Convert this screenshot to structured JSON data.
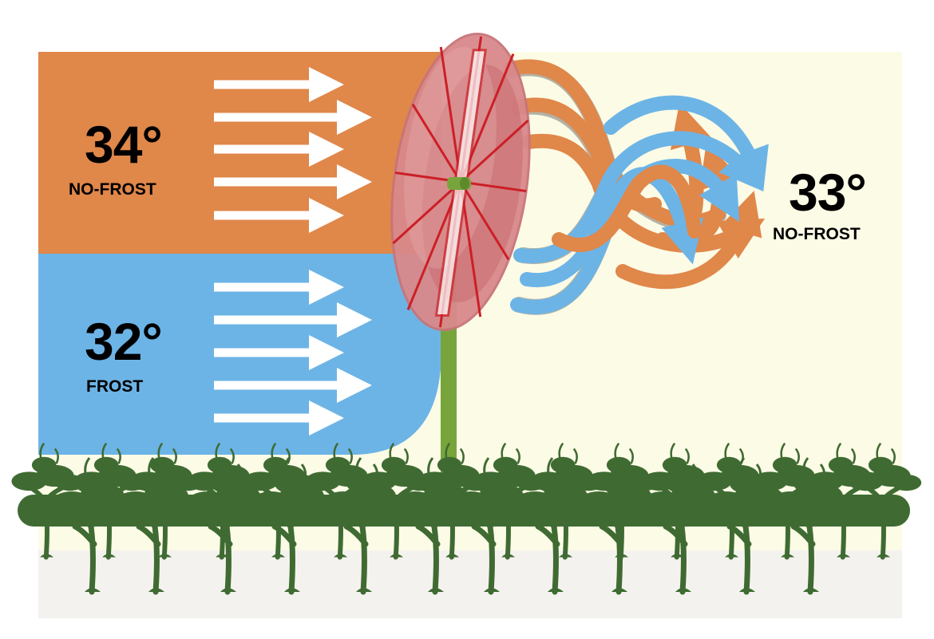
{
  "warm_layer": {
    "temperature": "34°",
    "condition": "NO-FROST",
    "color": "#E0874A"
  },
  "cold_layer": {
    "temperature": "32°",
    "condition": "FROST",
    "color": "#6CB4E6"
  },
  "mixed_air": {
    "temperature": "33°",
    "condition": "NO-FROST"
  },
  "colors": {
    "background": "#FCFBE6",
    "ground": "#F4F2EE",
    "fan_disc": "#D9898C",
    "fan_blades": "#CC1F26",
    "tower": "#77A53C",
    "vines": "#3F6B33",
    "flow_arrows": "#FFFFFF"
  },
  "icons": [
    "wind-machine-icon",
    "grapevine-icon"
  ]
}
